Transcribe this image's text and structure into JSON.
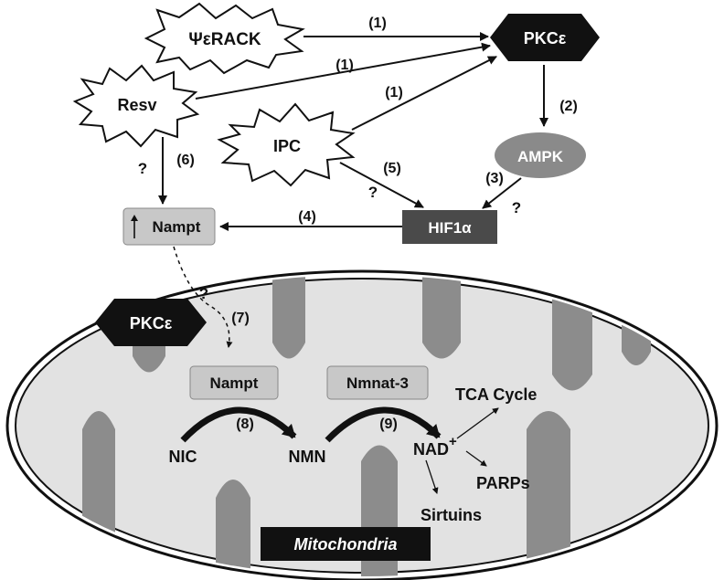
{
  "nodes": {
    "psi_rack": "ΨεRACK",
    "pkc_top": "PKCε",
    "resv": "Resv",
    "ipc": "IPC",
    "ampk": "AMPK",
    "hif1a": "HIF1α",
    "nampt_up": "Nampt",
    "pkc_mito": "PKCε",
    "nampt_mito": "Nampt",
    "nmnat3": "Nmnat-3",
    "nic": "NIC",
    "nmn": "NMN",
    "nad": "NAD",
    "nad_sup": "+",
    "tca": "TCA Cycle",
    "parps": "PARPs",
    "sirtuins": "Sirtuins",
    "mito": "Mitochondria"
  },
  "step_labels": {
    "s1a": "(1)",
    "s1b": "(1)",
    "s1c": "(1)",
    "s2": "(2)",
    "s3": "(3)",
    "s4": "(4)",
    "s5": "(5)",
    "s6": "(6)",
    "s7": "(7)",
    "s8": "(8)",
    "s9": "(9)"
  },
  "uncertain": {
    "q_resv": "?",
    "q_ipc": "?",
    "q_ampk": "?",
    "q_pkc": "?"
  },
  "colors": {
    "black": "#111111",
    "ampk": "#8a8a8a",
    "hif": "#4a4a4a",
    "nampt_box": "#c8c8c8",
    "cristae": "#8c8c8c",
    "matrix": "#e2e2e2"
  }
}
